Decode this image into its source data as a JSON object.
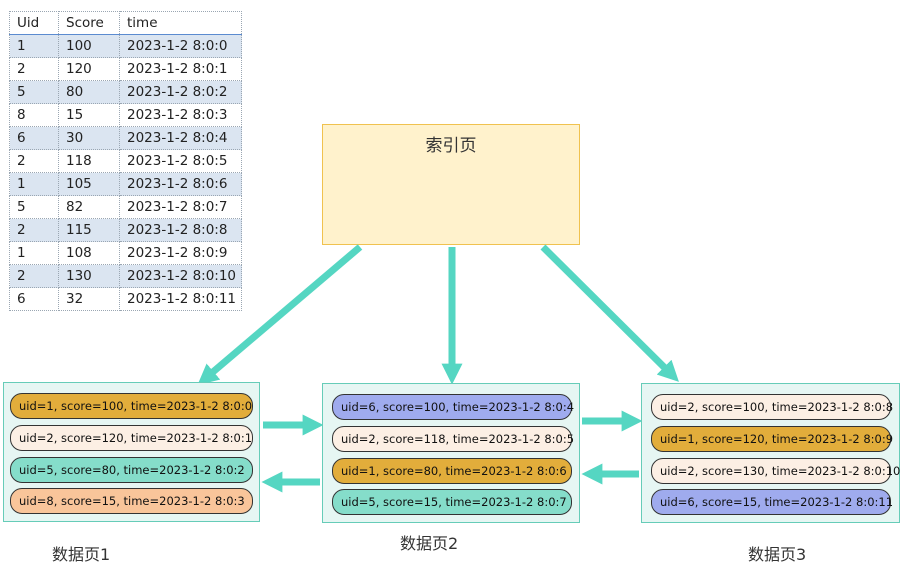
{
  "table": {
    "headers": [
      "Uid",
      "Score",
      "time"
    ],
    "rows": [
      [
        "1",
        "100",
        "2023-1-2 8:0:0"
      ],
      [
        "2",
        "120",
        "2023-1-2 8:0:1"
      ],
      [
        "5",
        "80",
        "2023-1-2 8:0:2"
      ],
      [
        "8",
        "15",
        "2023-1-2 8:0:3"
      ],
      [
        "6",
        "30",
        "2023-1-2 8:0:4"
      ],
      [
        "2",
        "118",
        "2023-1-2 8:0:5"
      ],
      [
        "1",
        "105",
        "2023-1-2 8:0:6"
      ],
      [
        "5",
        "82",
        "2023-1-2 8:0:7"
      ],
      [
        "2",
        "115",
        "2023-1-2 8:0:8"
      ],
      [
        "1",
        "108",
        "2023-1-2 8:0:9"
      ],
      [
        "2",
        "130",
        "2023-1-2 8:0:10"
      ],
      [
        "6",
        "32",
        "2023-1-2 8:0:11"
      ]
    ]
  },
  "index_page": {
    "title": "索引页"
  },
  "colors": {
    "arrow": "#55d6c2",
    "index_fill": "#fff2cc",
    "page_fill": "#e6f6f3",
    "record_colors": {
      "orange": "#e2ad3b",
      "cream": "#fcefe4",
      "teal": "#85ddca",
      "peach": "#f9c59a",
      "blue": "#9fabee"
    }
  },
  "pages": [
    {
      "label": "数据页1",
      "records": [
        {
          "text": "uid=1, score=100, time=2023-1-2 8:0:0",
          "color": "#e2ad3b"
        },
        {
          "text": "uid=2, score=120, time=2023-1-2 8:0:1",
          "color": "#fcefe4"
        },
        {
          "text": "uid=5, score=80, time=2023-1-2 8:0:2",
          "color": "#85ddca"
        },
        {
          "text": "uid=8, score=15, time=2023-1-2 8:0:3",
          "color": "#f9c59a"
        }
      ]
    },
    {
      "label": "数据页2",
      "records": [
        {
          "text": "uid=6, score=100, time=2023-1-2 8:0:4",
          "color": "#9fabee"
        },
        {
          "text": "uid=2, score=118, time=2023-1-2 8:0:5",
          "color": "#fcefe4"
        },
        {
          "text": "uid=1, score=80, time=2023-1-2 8:0:6",
          "color": "#e2ad3b"
        },
        {
          "text": "uid=5, score=15, time=2023-1-2 8:0:7",
          "color": "#85ddca"
        }
      ]
    },
    {
      "label": "数据页3",
      "records": [
        {
          "text": "uid=2, score=100, time=2023-1-2 8:0:8",
          "color": "#fcefe4"
        },
        {
          "text": "uid=1, score=120, time=2023-1-2 8:0:9",
          "color": "#e2ad3b"
        },
        {
          "text": "uid=2, score=130, time=2023-1-2 8:0:10",
          "color": "#fcefe4"
        },
        {
          "text": "uid=6, score=15, time=2023-1-2 8:0:11",
          "color": "#9fabee"
        }
      ]
    }
  ]
}
